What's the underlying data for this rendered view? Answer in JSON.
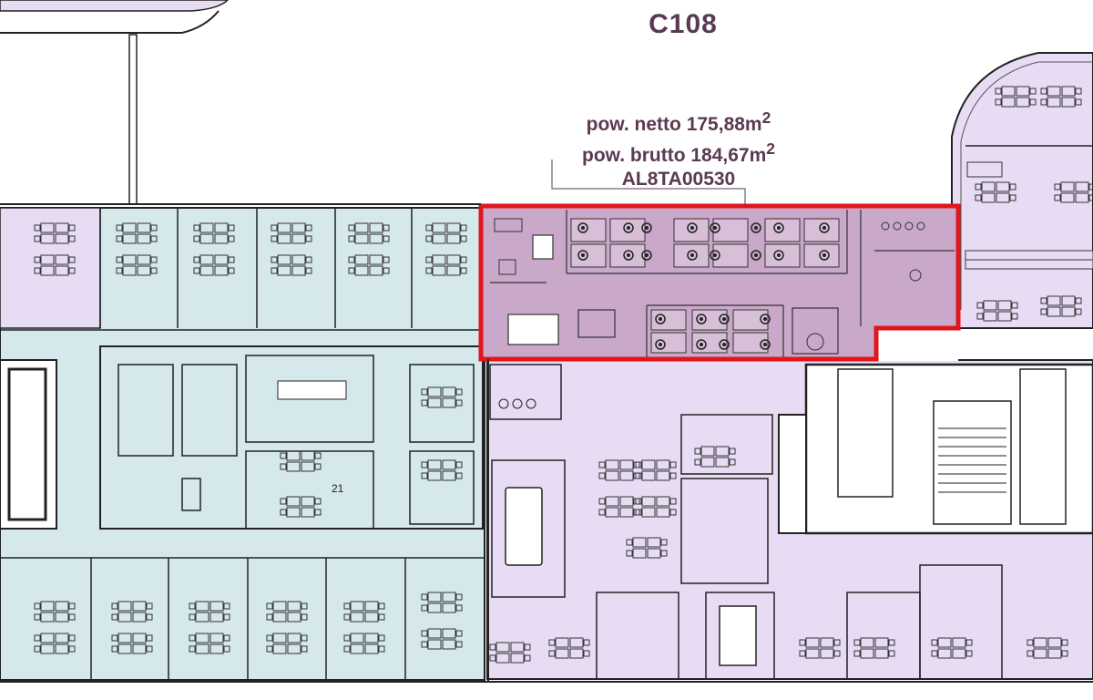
{
  "unit": {
    "title": "C108",
    "net_area": "pow. netto 175,88m",
    "gross_area": "pow. brutto 184,67m",
    "superscript": "2",
    "code": "AL8TA00530"
  },
  "room_number": "21",
  "colors": {
    "highlight_outline": "#e0161c",
    "selected_unit_fill": "#c9a8c9",
    "left_wing_fill": "#d5e8ec",
    "right_wing_fill": "#e8dcf5",
    "walls": "#222222",
    "label_text": "#5a3a52"
  }
}
